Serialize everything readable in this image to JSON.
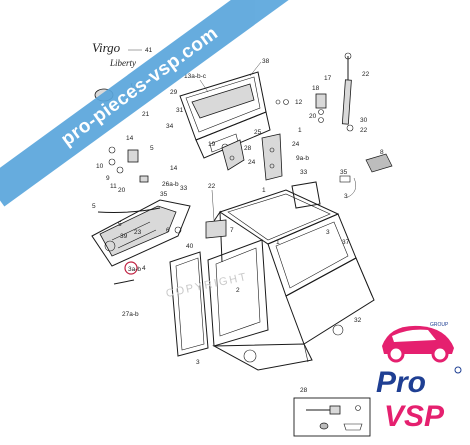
{
  "banner_text": "pro-pieces-vsp.com",
  "model_script_1": "Virgo",
  "model_script_2": "Liberty",
  "watermark": "COPYRIGHT",
  "brand": {
    "pro": "Pro",
    "vsp": "VSP",
    "group": "GROUP",
    "colors": {
      "pro": "#1f3f93",
      "vsp": "#e5206f",
      "banner": "#5aa6dc"
    }
  },
  "callouts": [
    "41",
    "6",
    "21",
    "12",
    "38",
    "13a-b-c",
    "29",
    "34",
    "31",
    "18",
    "17",
    "22",
    "30",
    "10",
    "9",
    "11",
    "20",
    "2",
    "33",
    "24",
    "28",
    "25",
    "19",
    "1",
    "9a-b",
    "8",
    "14",
    "26a-b",
    "22",
    "33",
    "35",
    "5",
    "35",
    "5",
    "40",
    "39",
    "23",
    "7",
    "3a-b",
    "4",
    "27a-b",
    "3",
    "37",
    "1",
    "32",
    "28",
    "24",
    "7",
    "3"
  ]
}
